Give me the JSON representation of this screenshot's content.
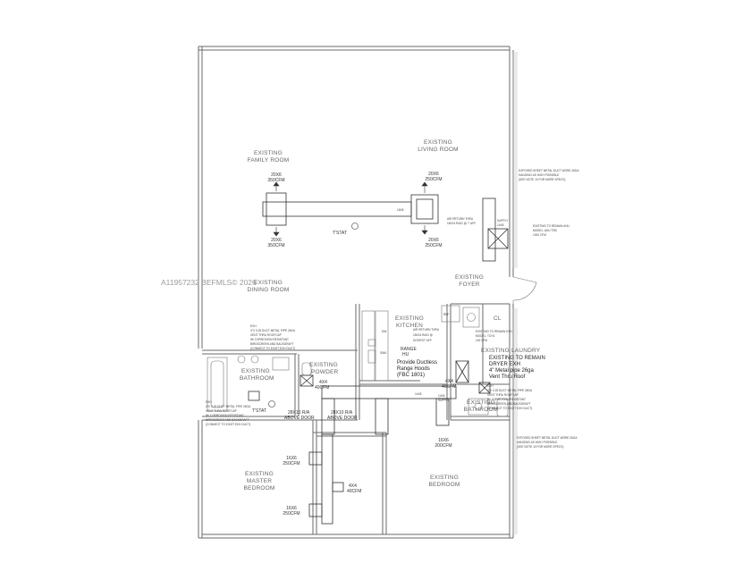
{
  "watermark": "A11957232 BEFMLS© 2026",
  "rooms": {
    "family_room": [
      "EXISTING",
      "FAMILY ROOM"
    ],
    "living_room": [
      "EXISTING",
      "LIVING ROOM"
    ],
    "dining_room": [
      "EXISTING",
      "DINING ROOM"
    ],
    "foyer": [
      "EXISTING",
      "FOYER"
    ],
    "kitchen": [
      "EXISTING",
      "KITCHEN"
    ],
    "laundry": "EXISTING LAUNDRY",
    "bathroom_left": [
      "EXISTING",
      "BATHROOM"
    ],
    "powder": [
      "EXISTING",
      "POWDER"
    ],
    "bathroom_right": [
      "EXISTING",
      "BATHROOM"
    ],
    "master_bedroom": [
      "EXISTING",
      "MASTER",
      "BEDROOM"
    ],
    "bedroom": [
      "EXISTING",
      "BEDROOM"
    ],
    "closet": "CL"
  },
  "registers": {
    "family_top": [
      "20X6",
      "350CFM"
    ],
    "family_bottom": [
      "20X6",
      "350CFM"
    ],
    "living_top": [
      "20X6",
      "250CFM"
    ],
    "living_bottom": [
      "20X6",
      "250CFM"
    ],
    "powder": [
      "4X4",
      "40CFM"
    ],
    "laundry": [
      "4X4",
      "40CFM"
    ],
    "hall_supply": [
      "16X6",
      "200CFM"
    ],
    "master_1": [
      "16X6",
      "250CFM"
    ],
    "master_2": [
      "16X6",
      "250CFM"
    ],
    "master_4x4": [
      "4X4",
      "40CFM"
    ]
  },
  "duct_labels": {
    "main_trunk": "16X8",
    "return_1": [
      "AIR RETURN THRU",
      "18X24 R/AG @ 7' AFF."
    ],
    "return_2": [
      "AIR RETURN THRU",
      "18X24 R/AG @",
      "DOORS7' AFF."
    ],
    "ra_left": [
      "28X10 R/A",
      "ABOVE DOOR"
    ],
    "ra_right": [
      "28X10 R/A",
      "ABOVE DOOR"
    ],
    "kitchen_trunk": "14X8",
    "supply_vert": [
      "SUPPLY",
      "14X8"
    ],
    "supply_right": [
      "14X8",
      "SUPPLY"
    ]
  },
  "thermostats": [
    "T'STAT",
    "T'STAT"
  ],
  "kitchen": {
    "range": [
      "RANGE",
      "HU"
    ],
    "hood_note": [
      "Provide Ductless",
      "Range Hoods",
      "(FBC 1801)"
    ],
    "dw": "DW",
    "sink": "SINK",
    "ref": "REF"
  },
  "dryer_note": [
    "EXISTING TO REMAIN",
    "DRYER EXH",
    "4\" Metal pipe 26ga",
    "Vent Thru Roof"
  ],
  "ahu_note": [
    "EXISTING TO REMAIN AHU",
    "MODEL: AHU TSB",
    "1000 CFM"
  ],
  "exh_note_1": [
    "EXISTING TO REMAIN EXH",
    "MODEL: TCH1",
    "100 CFM"
  ],
  "notes": {
    "duct_note_top": [
      "EXPOSED SHEET METAL DUCT WORK 26GA",
      "HANGING AS HIGH POSSIBLE",
      "(SEE NOTE 10 FOR MORE SPECS)"
    ],
    "duct_note_bottom": [
      "EXPOSED SHEET METAL DUCT WORK 26GA",
      "HANGING AS HIGH POSSIBLE",
      "(SEE NOTE 10 FOR MORE SPECS)"
    ],
    "exh_left_top": [
      "EXH",
      "4\"X 3.25 DUCT METAL PIPE 26GA",
      "VENT THRU ROOFCAP",
      "W/ CORROSION RESISTANT",
      "BIRDSCREEN AND BACKDRAFT",
      "(CONNECT TO EXIST EXH DUCT)"
    ],
    "exh_left_bottom": [
      "EXH",
      "4\"X 3.25 DUCT METAL PIPE 26GA",
      "VENT THRU ROOFCAP",
      "W/ CORROSION RESISTANT",
      "BIRDSCREEN AND BACKDRAFT",
      "(CONNECT TO EXIST EXH DUCT)"
    ],
    "exh_right": [
      "EXH",
      "4\"X 3.25 DUCT METAL PIPE 26GA",
      "VENT THRU ROOFCAP",
      "W/ CORROSION RESISTANT",
      "BIRDSCREEN AND BACKDRAFT",
      "(CONNECT TO EXIST EXH DUCT)"
    ]
  }
}
